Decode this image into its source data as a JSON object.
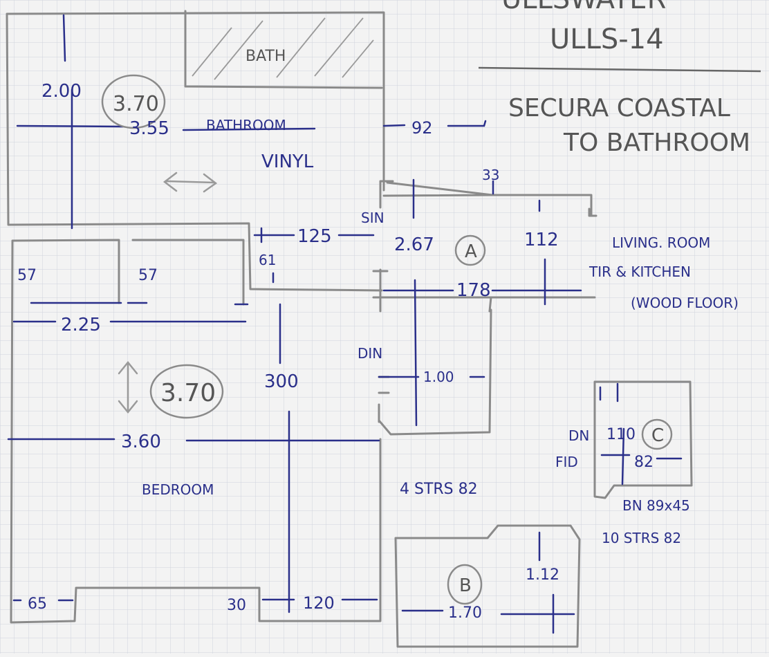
{
  "header": {
    "line1": "ULLSWATER",
    "line2": "ULLS-14",
    "note_line1": "SECURA COASTAL",
    "note_line2": "TO BATHROOM"
  },
  "rooms": {
    "bathroom": {
      "name": "BATHROOM",
      "bath_label": "BATH",
      "floor": "VINYL",
      "area": "3.70",
      "dim_h": "3.55",
      "dim_v": "2.00"
    },
    "bedroom": {
      "name": "BEDROOM",
      "area": "3.70",
      "dim_width": "3.60",
      "dim_wardrobe": "2.25",
      "dim_300": "300",
      "dim_65": "65",
      "dim_30": "30",
      "dim_120": "120",
      "dim_57a": "57",
      "dim_57b": "57"
    },
    "hall": {
      "dim_92": "92",
      "dim_33": "33",
      "dim_125": "125",
      "dim_61": "61",
      "dim_267": "2.67",
      "dim_178": "178",
      "dim_112": "112",
      "dim_100": "1.00",
      "label_sin": "SIN",
      "label_din": "DIN",
      "marker_a": "A",
      "living_line1": "LIVING. ROOM",
      "living_line2": "TIR & KITCHEN",
      "living_line3": "(WOOD FLOOR)",
      "stairs_note": "4 STRS 82"
    },
    "area_b": {
      "marker": "B",
      "dim_112": "1.12",
      "dim_170": "1.70"
    },
    "area_c": {
      "marker": "C",
      "dn": "DN",
      "dn_value": "110",
      "fid": "FID",
      "dim_82": "82",
      "bn": "BN  89x45",
      "stairs": "10 STRS 82"
    }
  },
  "colors": {
    "paper": "#f3f3f3",
    "grid": "#cfd3dc",
    "pencil": "#8a8a8a",
    "ink": "#2a2f8a"
  }
}
